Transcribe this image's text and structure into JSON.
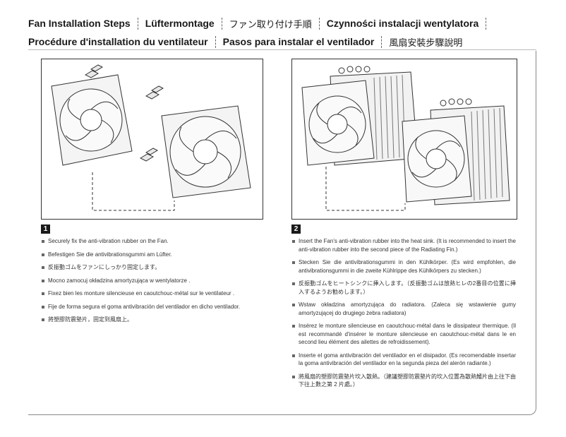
{
  "header": {
    "titles_row1": [
      "Fan Installation Steps",
      "Lüftermontage",
      "ファン取り付け手順",
      "Czynności instalacji wentylatora"
    ],
    "titles_row2": [
      "Procédure d'installation du ventilateur",
      "Pasos para instalar el ventilador",
      "風扇安裝步驟說明"
    ]
  },
  "step1": {
    "number": "1",
    "figure_icon": "fan-rubber-mount-illustration",
    "instructions": [
      "Securely fix the anti-vibration rubber on the Fan.",
      "Befestigen Sie die antivibrationsgummi am Lüfter.",
      "反振動ゴムをファンにしっかり固定します。",
      "Mocno zamocuj okładzina amortyzująca w wentylatorze      .",
      "Fixez bien les monture silencieuse en caoutchouc-métal sur le ventilateur     .",
      "Fije de forma segura el goma antivibración del ventilador en dicho ventilador.",
      "將塑膠防震墊片，固定到風扇上。"
    ]
  },
  "step2": {
    "number": "2",
    "figure_icon": "heatsink-fan-mount-illustration",
    "instructions": [
      "Insert the Fan's anti-vibration rubber into the heat sink. (It is recommended to insert the anti-vibration rubber into the second piece of the Radiating Fin.)",
      "Stecken Sie die antivibrationsgummi in den Kühlkörper. (Es wird empfohlen, die antivibrationsgummi in die zweite Kühlrippe des Kühlkörpers zu stecken.)",
      "反振動ゴムをヒートシンクに挿入します。（反振動ゴムは放熱ヒレの2番目の位置に挿入するようお勧めします。）",
      "Wstaw okładzina amortyzująca do radiatora. (Zaleca się wstawienie gumy amortyzującej do drugiego żebra radiatora)",
      "Insérez le  monture silencieuse en caoutchouc-métal dans le dissipateur thermique. (Il est recommandé d'insérer le monture silencieuse en caoutchouc-métal dans le en second lieu élément des ailettes de refroidissement).",
      "Inserte el goma antivibración del ventilador en el disipador. (Es recomendable insertar la goma antivibración del ventilador en la segunda pieza del alerón radiante.)",
      "將風扇的塑膠防震墊片坎入散熱。（建議塑膠防震墊片的坎入位置為散熱鰭片由上往下由下往上數之第 2 片處。）"
    ]
  }
}
